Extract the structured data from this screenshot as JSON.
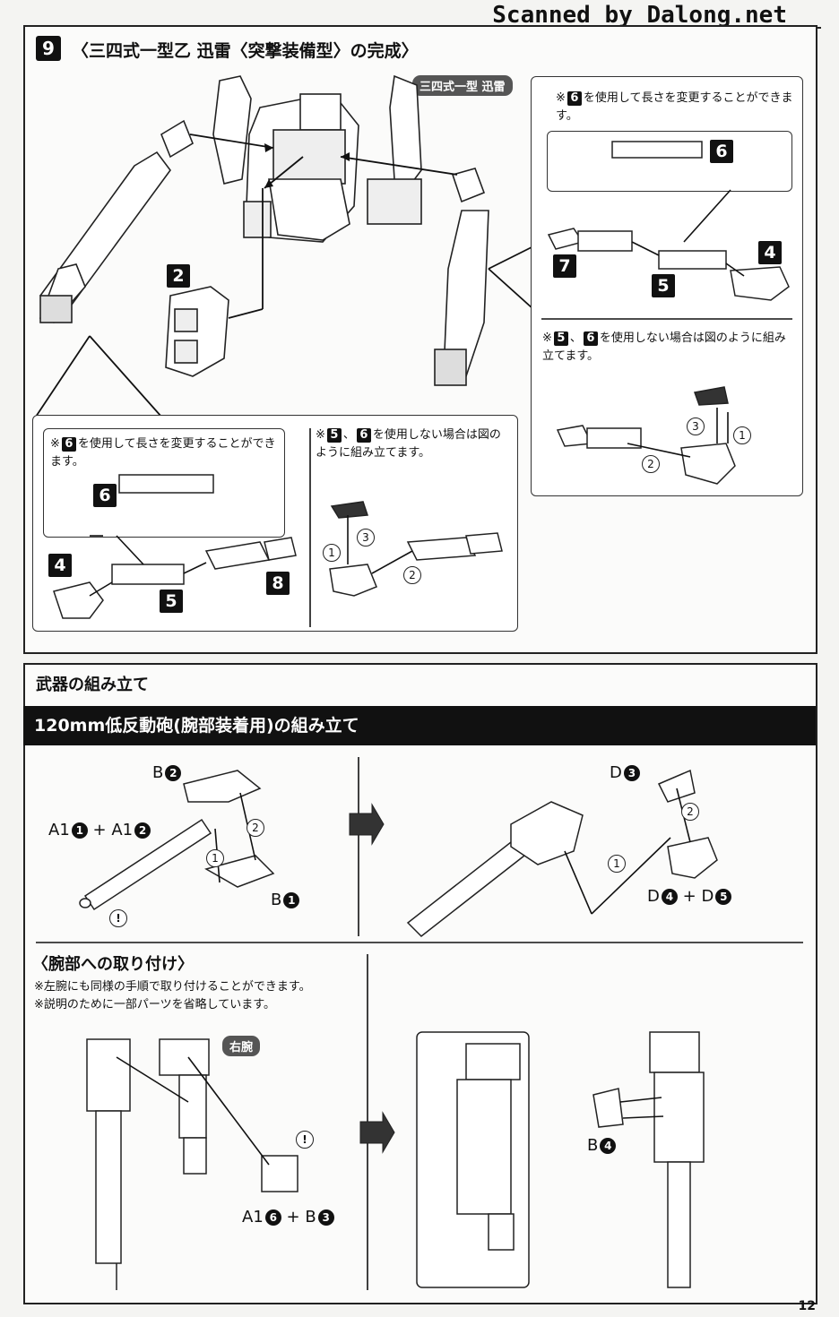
{
  "watermark": "Scanned by Dalong.net",
  "step9": {
    "number": "9",
    "title": "〈三四式一型乙 迅雷〈突撃装備型〉の完成〉",
    "tag": "三四式一型 迅雷",
    "note_change_length": "を使用して長さを変更することができます。",
    "note_change_length_right": "を使用して長さを変更することができます。",
    "note_no_use": "を使用しない場合は図のように組み立てます。",
    "note_no_use_right": "を使用しない場合は図のように組み立てます。",
    "mark": "※",
    "sep": "、",
    "parts": {
      "p2": "2",
      "p4": "4",
      "p5": "5",
      "p6": "6",
      "p7": "7",
      "p8": "8"
    },
    "circled": {
      "c1": "1",
      "c2": "2",
      "c3": "3"
    }
  },
  "weapons": {
    "section_title": "武器の組み立て",
    "band_title": "120mm低反動砲(腕部装着用)の組み立て",
    "labels": {
      "b2": "B",
      "a1": "A1",
      "plus": "+",
      "b1": "B",
      "d3": "D",
      "d4": "D",
      "d5": "D",
      "b4": "B",
      "a1_6": "A1",
      "b3": "B"
    },
    "circled_nums": {
      "n1": "1",
      "n2": "2",
      "n3": "3",
      "n4": "4",
      "n5": "5",
      "n6": "6"
    },
    "attach_title": "〈腕部への取り付け〉",
    "attach_note1": "※左腕にも同様の手順で取り付けることができます。",
    "attach_note2": "※説明のために一部パーツを省略しています。",
    "right_arm_tag": "右腕",
    "warn": "!"
  },
  "page_number": "12"
}
